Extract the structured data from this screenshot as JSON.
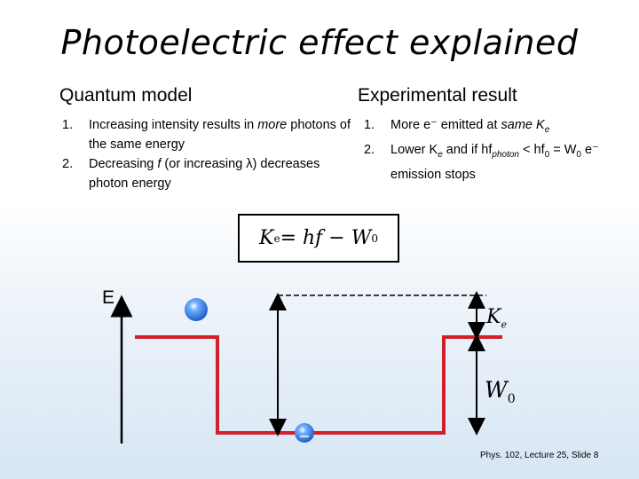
{
  "title": "Photoelectric effect explained",
  "left_column": {
    "heading": "Quantum model",
    "items": [
      {
        "num": "1.",
        "pre": "Increasing intensity results in ",
        "em": "more",
        "post": " photons of the same energy"
      },
      {
        "num": "2.",
        "pre": "Decreasing ",
        "em": "f",
        "post": " (or increasing λ) decreases photon energy"
      }
    ]
  },
  "right_column": {
    "heading": "Experimental result",
    "items": [
      {
        "num": "1.",
        "text": "More e⁻ emitted at ",
        "em": "same K",
        "sub": "e"
      },
      {
        "num": "2.",
        "text_a": "Lower K",
        "sub_a": "e",
        "text_b": " and if hf",
        "sub_b": "photon",
        "text_c": " < hf",
        "sub_c": "0",
        "text_d": " = W",
        "sub_d": "0",
        "text_e": " e⁻ emission stops"
      }
    ]
  },
  "equation": {
    "lhs": "K",
    "lhs_sub": "e",
    "rhs": " = hf − W",
    "rhs_sub": "0"
  },
  "diagram": {
    "energy_axis_label": "E",
    "ke_label": "K",
    "ke_sub": "e",
    "w0_label": "W",
    "w0_sub": "0",
    "colors": {
      "well": "#d0202a",
      "electron": "#3a7fd8",
      "arrows": "#000000"
    }
  },
  "footer": "Phys. 102, Lecture 25, Slide 8"
}
